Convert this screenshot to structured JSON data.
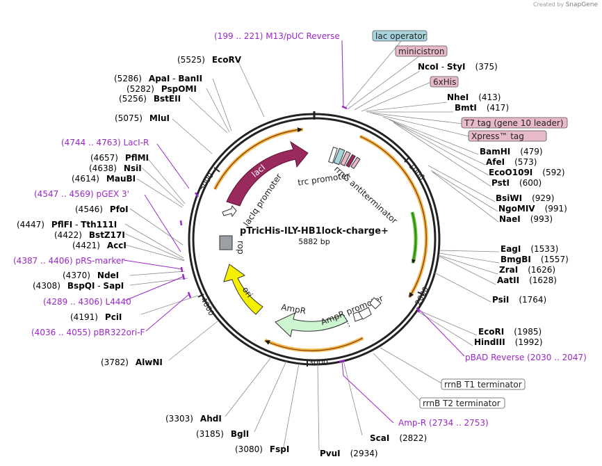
{
  "credit": {
    "prefix": "Created by",
    "brand": "SnapGene"
  },
  "plasmid": {
    "name": "pTricHis-ILY-HB1lock-charge+",
    "length_text": "5882 bp",
    "length": 5882
  },
  "colors": {
    "primer": "#9b27c9",
    "enzyme_text": "#000000",
    "arrow_band": "#f3b54a",
    "feature_lacI": "#9a2a5e",
    "feature_ori": "#f5f000",
    "feature_ampr": "#cdf5cf",
    "green_arrow": "#58bd2d",
    "label_lacop": "#a8d4dd",
    "label_pink": "#e8b9c6"
  },
  "ticks": [
    "1000",
    "2000",
    "3000",
    "4000",
    "5000"
  ],
  "features_text": {
    "laci": "lacI",
    "laciq": "lacIq promoter",
    "trc": "trc promoter",
    "rrng": "rrnG antiterminator",
    "rop": "rop",
    "ori": "ori",
    "ampr": "AmpR",
    "ampr_prom": "AmpR promoter"
  },
  "boxed_labels": [
    {
      "text": "lac operator",
      "style": "lacop"
    },
    {
      "text": "minicistron",
      "style": "pink"
    },
    {
      "text": "6xHis",
      "style": "pink"
    },
    {
      "text": "T7 tag (gene 10 leader)",
      "style": "pink"
    },
    {
      "text": "Xpress™ tag",
      "style": "pink"
    },
    {
      "text": "rrnB T1 terminator",
      "style": "white"
    },
    {
      "text": "rrnB T2 terminator",
      "style": "white"
    }
  ],
  "enzymes": [
    {
      "pos": "(375)",
      "name": "NcoI",
      "name2": "StyI"
    },
    {
      "pos": "(413)",
      "name": "NheI"
    },
    {
      "pos": "(417)",
      "name": "BmtI"
    },
    {
      "pos": "(479)",
      "name": "BamHI"
    },
    {
      "pos": "(573)",
      "name": "AfeI"
    },
    {
      "pos": "(592)",
      "name": "EcoO109I"
    },
    {
      "pos": "(600)",
      "name": "PstI"
    },
    {
      "pos": "(929)",
      "name": "BsiWI"
    },
    {
      "pos": "(991)",
      "name": "NgoMIV"
    },
    {
      "pos": "(993)",
      "name": "NaeI"
    },
    {
      "pos": "(1533)",
      "name": "EagI"
    },
    {
      "pos": "(1557)",
      "name": "BmgBI"
    },
    {
      "pos": "(1626)",
      "name": "ZraI"
    },
    {
      "pos": "(1628)",
      "name": "AatII"
    },
    {
      "pos": "(1764)",
      "name": "PsiI"
    },
    {
      "pos": "(1985)",
      "name": "EcoRI"
    },
    {
      "pos": "(1992)",
      "name": "HindIII"
    },
    {
      "pos": "(2822)",
      "name": "ScaI"
    },
    {
      "pos": "(2934)",
      "name": "PvuI"
    },
    {
      "pos": "(3080)",
      "name": "FspI"
    },
    {
      "pos": "(3185)",
      "name": "BglI"
    },
    {
      "pos": "(3303)",
      "name": "AhdI"
    },
    {
      "pos": "(3782)",
      "name": "AlwNI"
    },
    {
      "pos": "(4191)",
      "name": "PciI"
    },
    {
      "pos": "(4308)",
      "name": "BspQI",
      "name2": "SapI"
    },
    {
      "pos": "(4370)",
      "name": "NdeI"
    },
    {
      "pos": "(4421)",
      "name": "AccI"
    },
    {
      "pos": "(4422)",
      "name": "BstZ17I"
    },
    {
      "pos": "(4447)",
      "name": "PflFI",
      "name2": "Tth111I"
    },
    {
      "pos": "(4546)",
      "name": "PfoI"
    },
    {
      "pos": "(4614)",
      "name": "MauBI"
    },
    {
      "pos": "(4638)",
      "name": "NsiI"
    },
    {
      "pos": "(4657)",
      "name": "PflMI"
    },
    {
      "pos": "(5075)",
      "name": "MluI"
    },
    {
      "pos": "(5256)",
      "name": "BstEII"
    },
    {
      "pos": "(5282)",
      "name": "PspOMI"
    },
    {
      "pos": "(5286)",
      "name": "ApaI",
      "name2": "BanII"
    },
    {
      "pos": "(5525)",
      "name": "EcoRV"
    }
  ],
  "primers": [
    {
      "text": "(199 .. 221)  M13/pUC Reverse"
    },
    {
      "text": "pBAD Reverse   (2030 .. 2047)"
    },
    {
      "text": "Amp-R   (2734 .. 2753)"
    },
    {
      "text": "(4036 .. 4055)  pBR322ori-F"
    },
    {
      "text": "(4289 .. 4306)  L4440"
    },
    {
      "text": "(4387 .. 4406)  pRS-marker"
    },
    {
      "text": "(4547 .. 4569)  pGEX 3'"
    },
    {
      "text": "(4744 .. 4763)  LacI-R"
    }
  ]
}
